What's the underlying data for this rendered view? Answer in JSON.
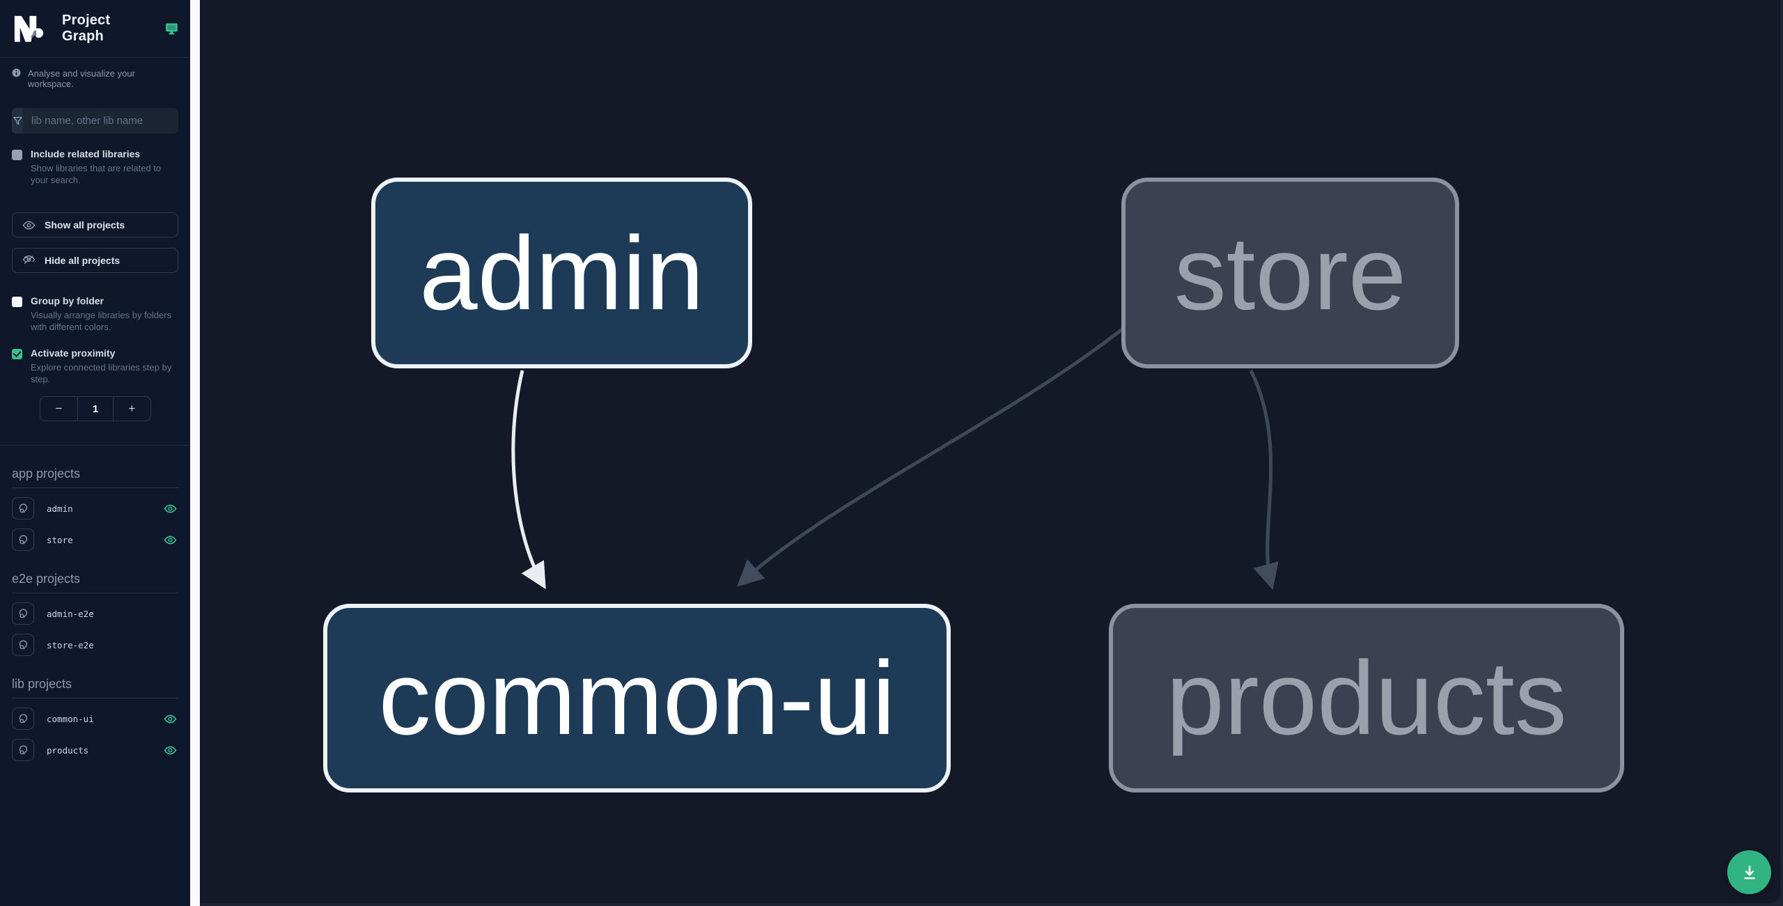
{
  "header": {
    "app_title": "Project Graph"
  },
  "sidebar": {
    "tagline": "Analyse and visualize your workspace.",
    "filter": {
      "placeholder": "lib name, other lib name",
      "value": ""
    },
    "include_related": {
      "label": "Include related libraries",
      "description": "Show libraries that are related to your search.",
      "checked": false
    },
    "buttons": {
      "show_all": "Show all projects",
      "hide_all": "Hide all projects"
    },
    "group_by_folder": {
      "label": "Group by folder",
      "description": "Visually arrange libraries by folders with different colors.",
      "checked": false
    },
    "proximity": {
      "label": "Activate proximity",
      "description": "Explore connected libraries step by step.",
      "checked": true,
      "value": "1",
      "decrement": "−",
      "increment": "+"
    },
    "sections": [
      {
        "title": "app projects",
        "items": [
          {
            "name": "admin",
            "visible": true
          },
          {
            "name": "store",
            "visible": true
          }
        ]
      },
      {
        "title": "e2e projects",
        "items": [
          {
            "name": "admin-e2e",
            "visible": false
          },
          {
            "name": "store-e2e",
            "visible": false
          }
        ]
      },
      {
        "title": "lib projects",
        "items": [
          {
            "name": "common-ui",
            "visible": true
          },
          {
            "name": "products",
            "visible": true
          }
        ]
      }
    ]
  },
  "graph": {
    "nodes": [
      {
        "label": "admin",
        "state": "focused"
      },
      {
        "label": "store",
        "state": "faded"
      },
      {
        "label": "common-ui",
        "state": "focused"
      },
      {
        "label": "products",
        "state": "faded"
      }
    ],
    "edges": [
      {
        "from": "admin",
        "to": "common-ui",
        "style": "highlighted"
      },
      {
        "from": "store",
        "to": "common-ui",
        "style": "faded"
      },
      {
        "from": "store",
        "to": "products",
        "style": "faded"
      }
    ]
  },
  "fab": {
    "action": "download-graph-image"
  },
  "colors": {
    "accent_green": "#34d399",
    "fab_green": "#32b482",
    "node_focused_fill": "#1d3a57",
    "node_focused_border": "#eef1f6",
    "node_faded_fill": "#3a4150",
    "node_faded_border": "#8b929f",
    "edge_light": "#e9edf2",
    "edge_dark": "#3f4857",
    "sidebar_bg": "#0f172a",
    "canvas_bg": "#141927",
    "resizer": "#f8fafc"
  }
}
